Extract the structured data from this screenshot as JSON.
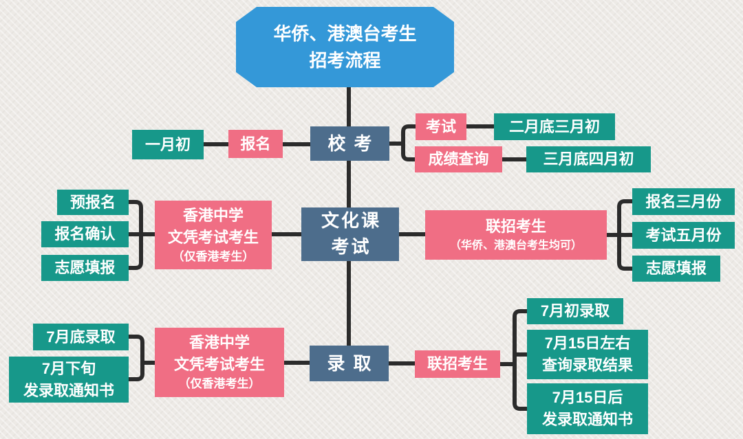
{
  "colors": {
    "background": "#edeae6",
    "blue": "#3498d8",
    "dark": "#4d6d8c",
    "pink": "#f06e84",
    "teal": "#17988a",
    "line": "#2b2b2b",
    "text": "#ffffff"
  },
  "title": {
    "line1": "华侨、港澳台考生",
    "line2": "招考流程"
  },
  "school_exam": {
    "label": "校考",
    "signup_time": "一月初",
    "signup": "报名",
    "exam": "考试",
    "exam_time": "二月底三月初",
    "score_check": "成绩查询",
    "score_check_time": "三月底四月初"
  },
  "culture_exam": {
    "label_line1": "文化课",
    "label_line2": "考试",
    "hkdse": {
      "line1": "香港中学",
      "line2": "文凭考试考生",
      "line3": "（仅香港考生）"
    },
    "hkdse_steps": [
      "预报名",
      "报名确认",
      "志愿填报"
    ],
    "joint": {
      "line1": "联招考生",
      "line2": "（华侨、港澳台考生均可）"
    },
    "joint_steps": [
      "报名三月份",
      "考试五月份",
      "志愿填报"
    ]
  },
  "admission": {
    "label": "录取",
    "hkdse": {
      "line1": "香港中学",
      "line2": "文凭考试考生",
      "line3": "（仅香港考生）"
    },
    "hkdse_steps": {
      "admit_time": "7月底录取",
      "notice_line1": "7月下旬",
      "notice_line2": "发录取通知书"
    },
    "joint": "联招考生",
    "joint_steps": {
      "admit_time": "7月初录取",
      "result_line1": "7月15日左右",
      "result_line2": "查询录取结果",
      "notice_line1": "7月15日后",
      "notice_line2": "发录取通知书"
    }
  }
}
